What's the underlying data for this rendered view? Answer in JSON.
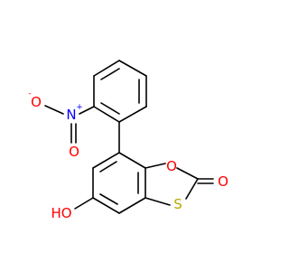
{
  "molecule": {
    "atoms": {
      "nitro_n": {
        "symbol": "N",
        "charge": "+",
        "color": "#0000ff"
      },
      "nitro_o_minus": {
        "symbol": "O",
        "charge": "-",
        "color": "#ff0000"
      },
      "nitro_o_double": {
        "symbol": "O",
        "color": "#ff0000"
      },
      "ring_o": {
        "symbol": "O",
        "color": "#ff0000"
      },
      "carbonyl_o": {
        "symbol": "O",
        "color": "#ff0000"
      },
      "ring_s": {
        "symbol": "S",
        "color": "#b8a800"
      },
      "hydroxyl": {
        "symbol": "HO",
        "color": "#ff0000"
      }
    }
  }
}
